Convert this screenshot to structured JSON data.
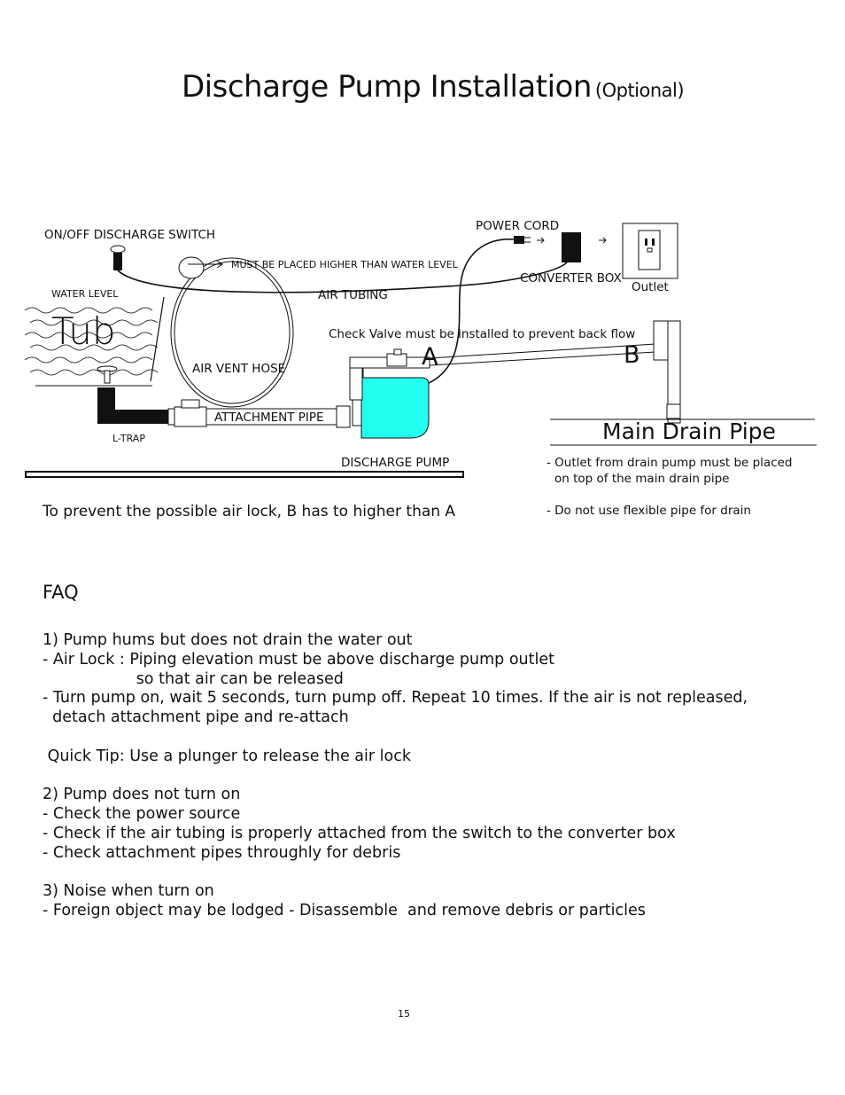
{
  "title": {
    "main": "Discharge Pump Installation",
    "optional": "(Optional)"
  },
  "diagram": {
    "labels": {
      "on_off_switch": "ON/OFF DISCHARGE SWITCH",
      "must_be_placed": "MUST BE PLACED HIGHER THAN WATER LEVEL",
      "water_level": "WATER LEVEL",
      "tub": "Tub",
      "air_tubing": "AIR TUBING",
      "air_vent_hose": "AIR VENT HOSE",
      "attachment_pipe": "ATTACHMENT PIPE",
      "l_trap": "L-TRAP",
      "discharge_pump": "DISCHARGE PUMP",
      "power_cord": "POWER CORD",
      "converter_box": "CONVERTER BOX",
      "outlet": "Outlet",
      "check_valve": "Check Valve must be installed to prevent back flow",
      "point_a": "A",
      "point_b": "B",
      "main_drain_pipe": "Main Drain Pipe"
    },
    "notes": {
      "outlet_placement_1": "- Outlet from drain pump must be placed",
      "outlet_placement_2": "on top of the main drain pipe",
      "no_flexible": "- Do not use flexible pipe for drain",
      "air_lock_warning": "To prevent the possible air lock, B has to higher than A"
    },
    "colors": {
      "pump": "#22ffee",
      "ink": "#111111"
    }
  },
  "faq": {
    "heading": "FAQ",
    "lines": [
      "1) Pump hums but does not drain the water out",
      "- Air Lock : Piping elevation must be above discharge pump outlet",
      "                   so that air can be released",
      "- Turn pump on, wait 5 seconds, turn pump off. Repeat 10 times. If the air is not repleased,",
      "  detach attachment pipe and re-attach",
      "",
      " Quick Tip: Use a plunger to release the air lock",
      "",
      "2) Pump does not turn on",
      "- Check the power source",
      "- Check if the air tubing is properly attached from the switch to the converter box",
      "- Check attachment pipes throughly for debris",
      "",
      "3) Noise when turn on",
      "- Foreign object may be lodged - Disassemble  and remove debris or particles"
    ]
  },
  "page_number": "15"
}
